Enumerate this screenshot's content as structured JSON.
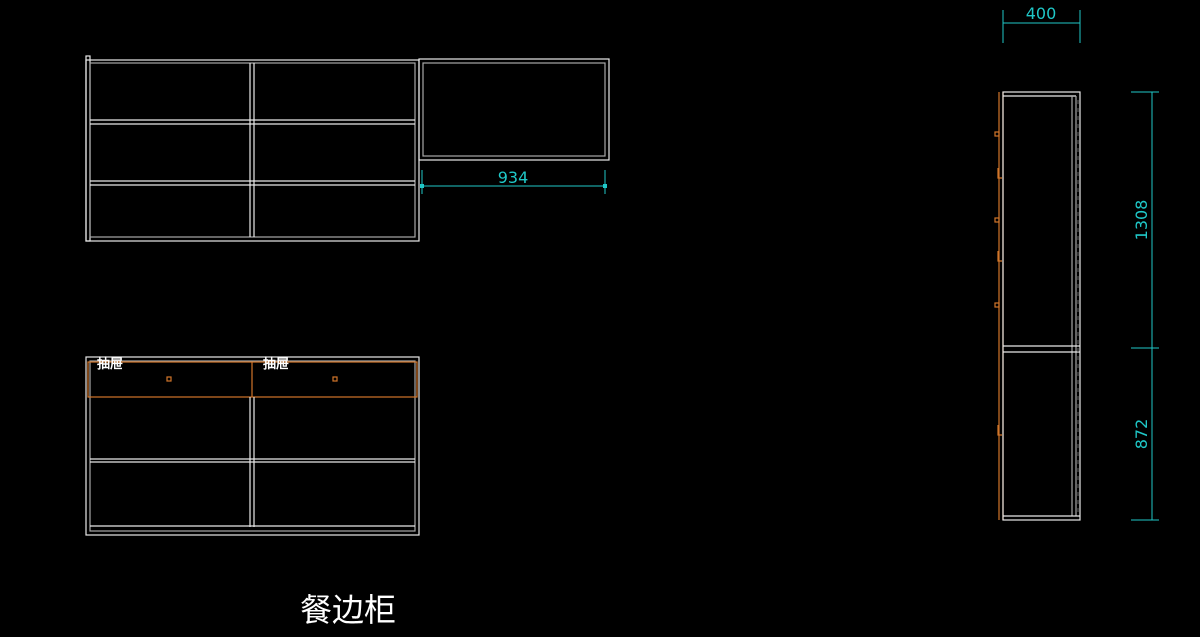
{
  "drawing": {
    "title": "餐边柜",
    "drawer_labels": [
      "抽屉",
      "抽屉"
    ],
    "dimensions": {
      "top_width": "934",
      "side_depth": "400",
      "upper_height": "1308",
      "lower_height": "872"
    },
    "colors": {
      "background": "#000000",
      "lines": "#e8e8e8",
      "dimension": "#1fc8c8",
      "drawer": "#d2762a"
    }
  }
}
